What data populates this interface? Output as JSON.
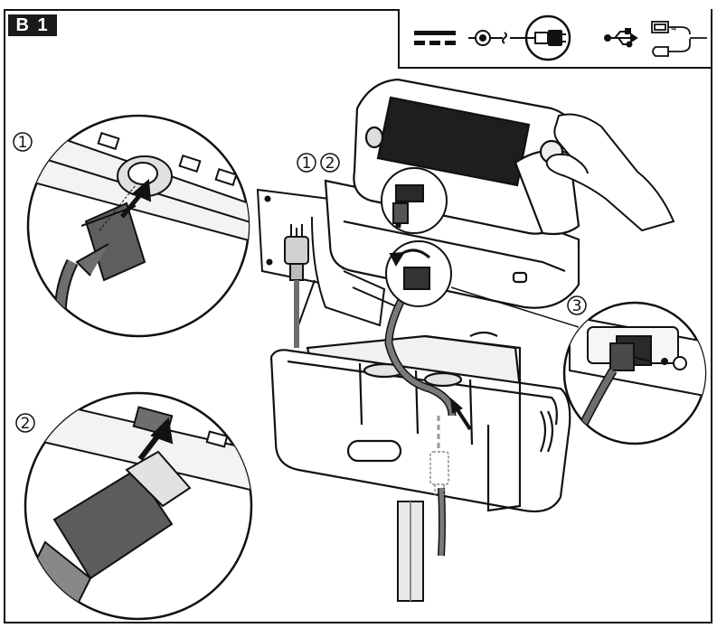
{
  "page": {
    "step_label": "B 1"
  },
  "callouts": {
    "c1": "1",
    "c2": "2",
    "c3": "3",
    "device_c1": "1",
    "device_c2": "2"
  },
  "legend": {
    "icons": [
      "dc-power-icon",
      "dc-plug-icon",
      "ac-power-cord-icon",
      "usb-symbol-icon",
      "usb-cable-icon"
    ]
  },
  "colors": {
    "ink": "#111111",
    "cable_gray": "#6e6e6e",
    "screen": "#1e1e1e",
    "light_gray": "#d8d8d8",
    "mid_gray": "#9a9a9a"
  }
}
